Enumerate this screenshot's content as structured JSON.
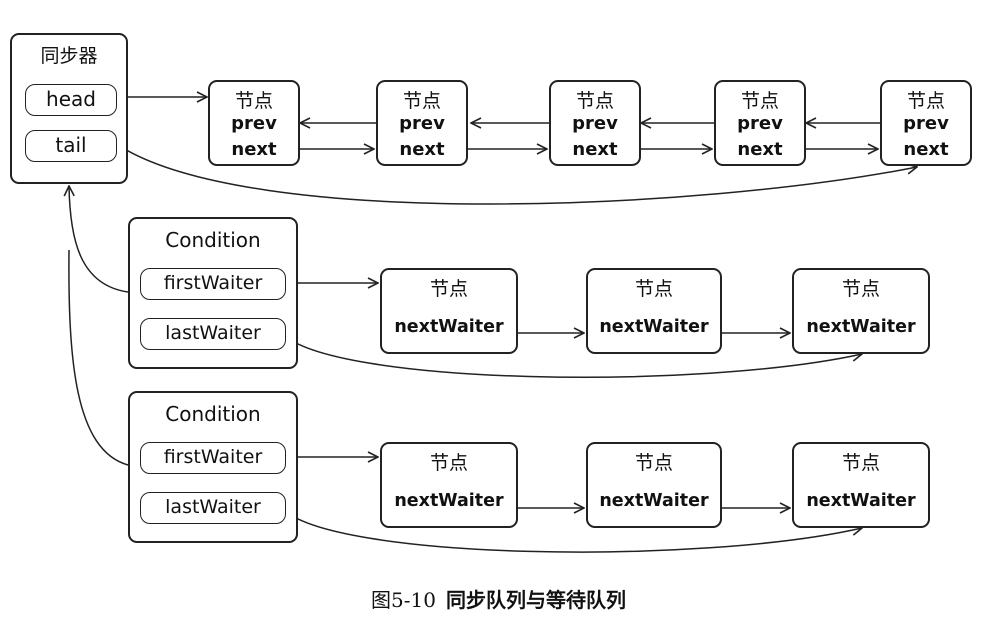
{
  "sync": {
    "title": "同步器",
    "head": "head",
    "tail": "tail"
  },
  "node": {
    "title": "节点",
    "prev": "prev",
    "next": "next",
    "next_waiter": "nextWaiter"
  },
  "condition": {
    "title": "Condition",
    "first": "firstWaiter",
    "last": "lastWaiter"
  },
  "caption": {
    "figure": "图5-10",
    "title": "同步队列与等待队列"
  }
}
